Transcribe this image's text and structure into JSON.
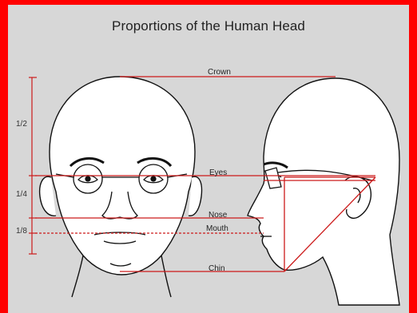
{
  "title": "Proportions of the Human Head",
  "labels": {
    "crown": "Crown",
    "eyes": "Eyes",
    "nose": "Nose",
    "mouth": "Mouth",
    "chin": "Chin"
  },
  "fractions": {
    "half": "1/2",
    "quarter": "1/4",
    "eighth": "1/8"
  },
  "colors": {
    "frame": "#ff0000",
    "background": "#d7d7d7",
    "guide_line": "#cc1a1a",
    "ink": "#111111"
  }
}
